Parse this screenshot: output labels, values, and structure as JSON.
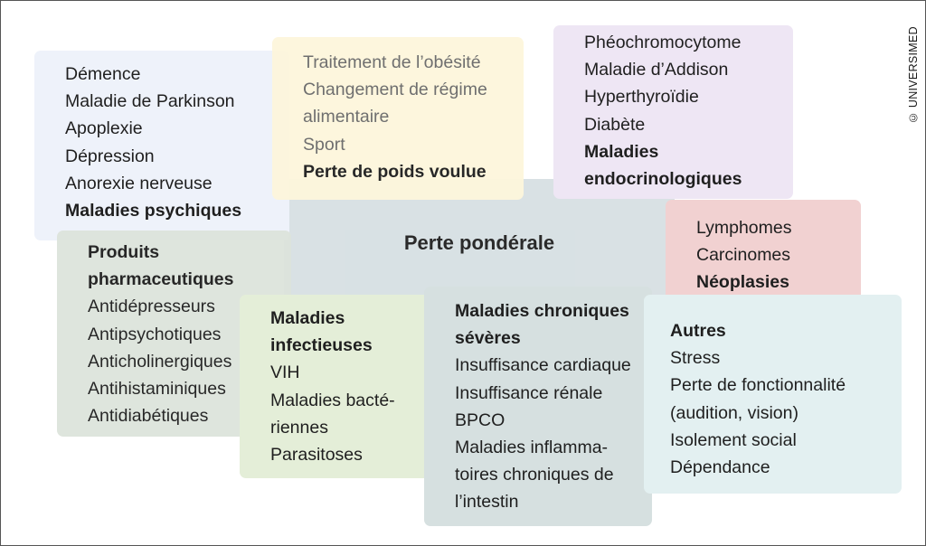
{
  "center": {
    "title": "Perte pondérale"
  },
  "copyright": "© UNIVERSIMED",
  "psych": {
    "items": [
      "Démence",
      "Maladie de Parkinson",
      "Apoplexie",
      "Dépression",
      "Anorexie nerveuse"
    ],
    "heading": "Maladies psychiques"
  },
  "weight_loss": {
    "items": [
      "Traitement de l’obésité",
      "Changement de régime",
      "alimentaire",
      "Sport"
    ],
    "heading": "Perte de poids voulue"
  },
  "endocrine": {
    "items": [
      "Phéochromocytome",
      "Maladie d’Addison",
      "Hyperthyroïdie",
      "Diabète"
    ],
    "heading": [
      "Maladies",
      "endocrinologiques"
    ]
  },
  "pharma": {
    "heading": [
      "Produits",
      "pharmaceutiques"
    ],
    "items": [
      "Antidépresseurs",
      "Antipsychotiques",
      "Anticholinergiques",
      "Antihistaminiques",
      "Antidiabétiques"
    ]
  },
  "infectious": {
    "heading": [
      "Maladies",
      "infectieuses"
    ],
    "items": [
      "VIH",
      "Maladies bacté-",
      "riennes",
      "Parasitoses"
    ]
  },
  "chronic": {
    "heading": [
      "Maladies chroniques",
      "sévères"
    ],
    "items": [
      "Insuffisance cardiaque",
      "Insuffisance rénale",
      "BPCO",
      "Maladies inflamma-",
      "toires chroniques de",
      "l’intestin"
    ]
  },
  "neoplasia": {
    "items": [
      "Lymphomes",
      "Carcinomes"
    ],
    "heading": "Néoplasies"
  },
  "other": {
    "heading": "Autres",
    "items": [
      "Stress",
      "Perte de fonctionnalité",
      "(audition, vision)",
      "Isolement social",
      "Dépendance"
    ]
  }
}
